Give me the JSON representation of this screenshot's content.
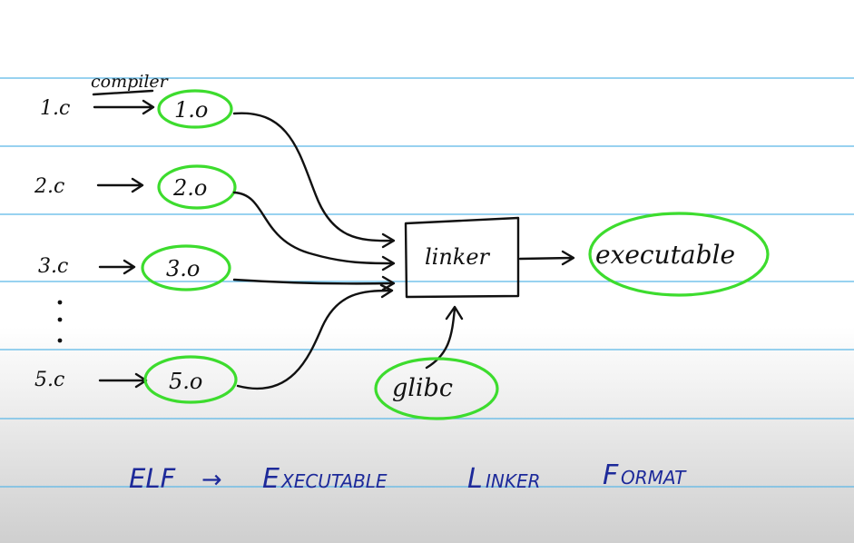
{
  "sources": [
    {
      "src": "1.c",
      "obj": "1.o"
    },
    {
      "src": "2.c",
      "obj": "2.o"
    },
    {
      "src": "3.c",
      "obj": "3.o"
    },
    {
      "src": "5.c",
      "obj": "5.o"
    }
  ],
  "compiler_label": "compiler",
  "ellipsis": ". . .",
  "linker_label": "linker",
  "output_label": "executable",
  "library_label": "glibc",
  "caption": {
    "elf": "ELF",
    "arrow": "→",
    "e": "E",
    "xecutable": "XECUTABLE",
    "l": "L",
    "inker": "INKER",
    "f": "F",
    "ormat": "ORMAT"
  },
  "colors": {
    "ink": "#111111",
    "highlight_green": "#3ddc2e",
    "ruled_line_blue": "#5bb7e6",
    "caption_blue": "#1d2a9a"
  }
}
